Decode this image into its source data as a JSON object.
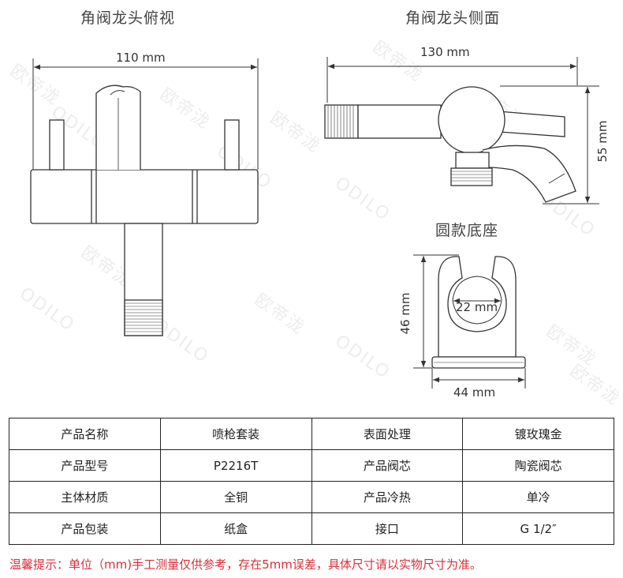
{
  "views": {
    "top_view_title": "角阀龙头俯视",
    "side_view_title": "角阀龙头侧面",
    "base_title": "圆款底座"
  },
  "dimensions": {
    "top_width": "110 mm",
    "side_width": "130 mm",
    "side_height": "55 mm",
    "base_height": "46 mm",
    "base_inner": "22 mm",
    "base_width": "44 mm"
  },
  "watermark": {
    "cn": "欧帝泷",
    "en": "ODILO"
  },
  "specs": {
    "rows": [
      [
        "产品名称",
        "喷枪套装",
        "表面处理",
        "镀玫瑰金"
      ],
      [
        "产品型号",
        "P2216T",
        "产品阀芯",
        "陶瓷阀芯"
      ],
      [
        "主体材质",
        "全铜",
        "产品冷热",
        "单冷"
      ],
      [
        "产品包装",
        "纸盒",
        "接口",
        "G 1/2″"
      ]
    ]
  },
  "note": "温馨提示：单位（mm)手工测量仅供参考，存在5mm误差，具体尺寸请以实物尺寸为准。",
  "colors": {
    "line": "#333333",
    "note": "#d9303a",
    "watermark": "#ededed"
  }
}
